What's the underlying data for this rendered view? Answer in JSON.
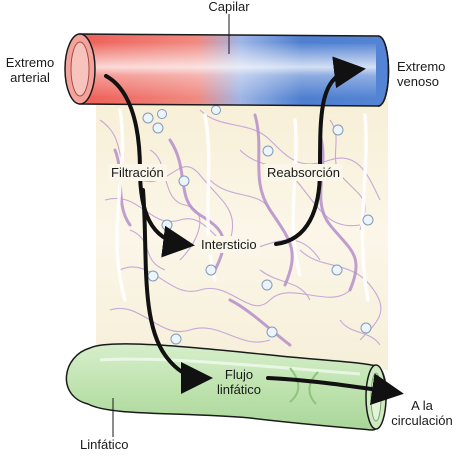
{
  "labels": {
    "capillary": "Capilar",
    "arterial_end": [
      "Extremo",
      "arterial"
    ],
    "venous_end": [
      "Extremo",
      "venoso"
    ],
    "filtration": "Filtración",
    "reabsorption": "Reabsorción",
    "interstitium": "Intersticio",
    "lymph_flow": [
      "Flujo",
      "linfático"
    ],
    "lymphatic": "Linfático",
    "to_circulation": [
      "A la",
      "circulación"
    ]
  },
  "colors": {
    "arterial": "#e9534e",
    "venous": "#3f6fc6",
    "lymphatic": "#b9e0a8",
    "interstitium_bg": "#faf4e2",
    "fibers": "#c6a6d6",
    "arrows": "#111111"
  }
}
